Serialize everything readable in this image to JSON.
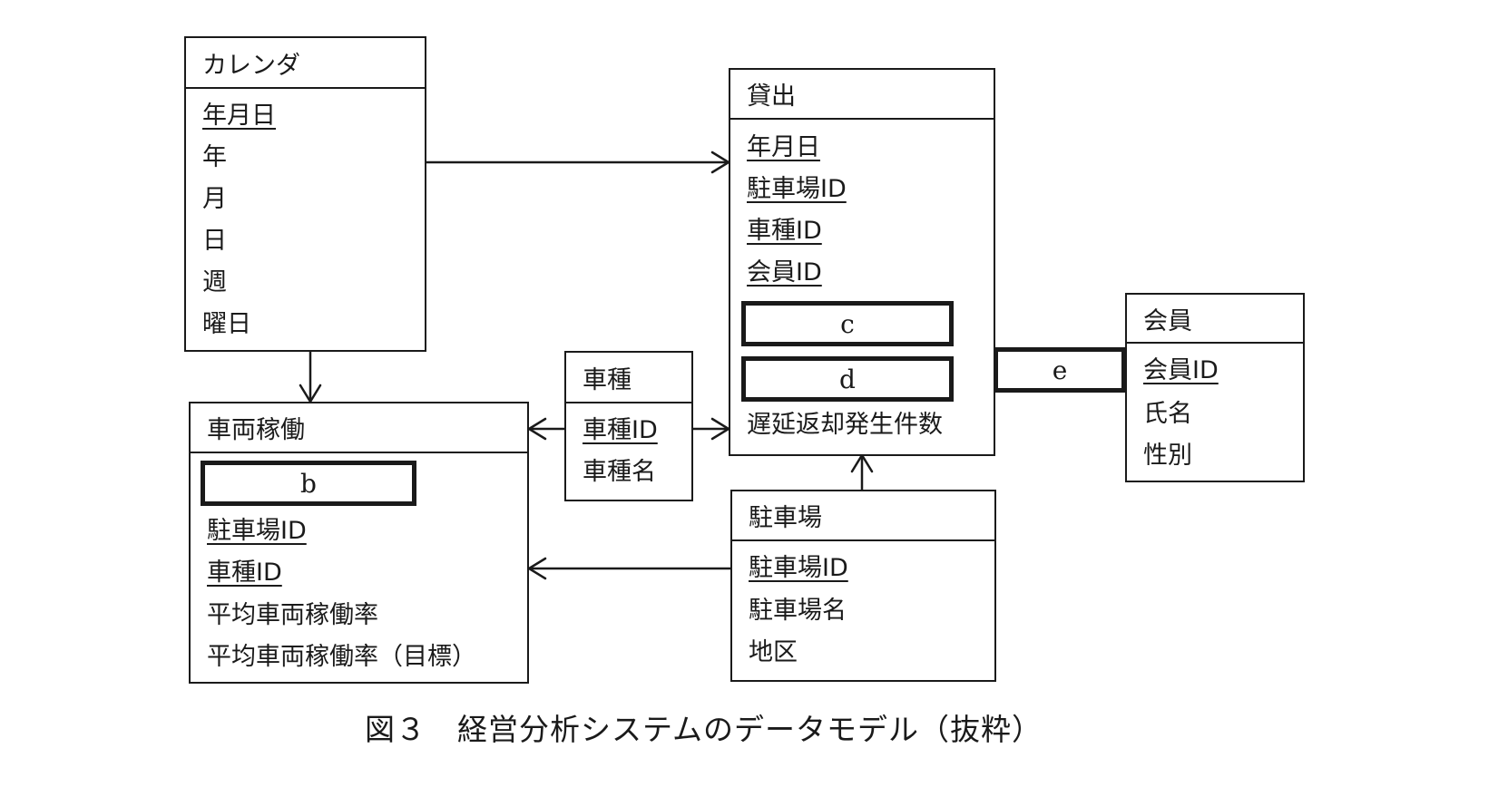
{
  "caption": "図３　経営分析システムのデータモデル（抜粋）",
  "entities": {
    "calendar": {
      "name": "カレンダ",
      "attributes": [
        {
          "label": "年月日",
          "primary_key": true
        },
        {
          "label": "年",
          "primary_key": false
        },
        {
          "label": "月",
          "primary_key": false
        },
        {
          "label": "日",
          "primary_key": false
        },
        {
          "label": "週",
          "primary_key": false
        },
        {
          "label": "曜日",
          "primary_key": false
        }
      ]
    },
    "lending": {
      "name": "貸出",
      "attributes": [
        {
          "label": "年月日",
          "primary_key": true
        },
        {
          "label": "駐車場ID",
          "primary_key": true
        },
        {
          "label": "車種ID",
          "primary_key": true
        },
        {
          "label": "会員ID",
          "primary_key": true
        },
        {
          "label": "c",
          "blank": true
        },
        {
          "label": "d",
          "blank": true
        },
        {
          "label": "遅延返却発生件数",
          "primary_key": false
        }
      ]
    },
    "member": {
      "name": "会員",
      "attributes": [
        {
          "label": "会員ID",
          "primary_key": true
        },
        {
          "label": "氏名",
          "primary_key": false
        },
        {
          "label": "性別",
          "primary_key": false
        }
      ]
    },
    "vehicle_type": {
      "name": "車種",
      "attributes": [
        {
          "label": "車種ID",
          "primary_key": true
        },
        {
          "label": "車種名",
          "primary_key": false
        }
      ]
    },
    "vehicle_operation": {
      "name": "車両稼働",
      "attributes": [
        {
          "label": "b",
          "blank": true
        },
        {
          "label": "駐車場ID",
          "primary_key": true
        },
        {
          "label": "車種ID",
          "primary_key": true
        },
        {
          "label": "平均車両稼働率",
          "primary_key": false
        },
        {
          "label": "平均車両稼働率（目標）",
          "primary_key": false
        }
      ]
    },
    "parking_lot": {
      "name": "駐車場",
      "attributes": [
        {
          "label": "駐車場ID",
          "primary_key": true
        },
        {
          "label": "駐車場名",
          "primary_key": false
        },
        {
          "label": "地区",
          "primary_key": false
        }
      ]
    }
  },
  "relationship_blank": {
    "label": "e",
    "between": [
      "貸出",
      "会員"
    ]
  },
  "relationships": [
    {
      "from": "カレンダ",
      "to": "貸出",
      "type": "one-to-many"
    },
    {
      "from": "カレンダ",
      "to": "車両稼働",
      "type": "one-to-many"
    },
    {
      "from": "車種",
      "to": "車両稼働",
      "type": "one-to-many"
    },
    {
      "from": "車種",
      "to": "貸出",
      "type": "one-to-many"
    },
    {
      "from": "駐車場",
      "to": "貸出",
      "type": "one-to-many"
    },
    {
      "from": "駐車場",
      "to": "車両稼働",
      "type": "one-to-many"
    },
    {
      "from": "貸出",
      "to": "会員",
      "type": "blank-e"
    }
  ]
}
